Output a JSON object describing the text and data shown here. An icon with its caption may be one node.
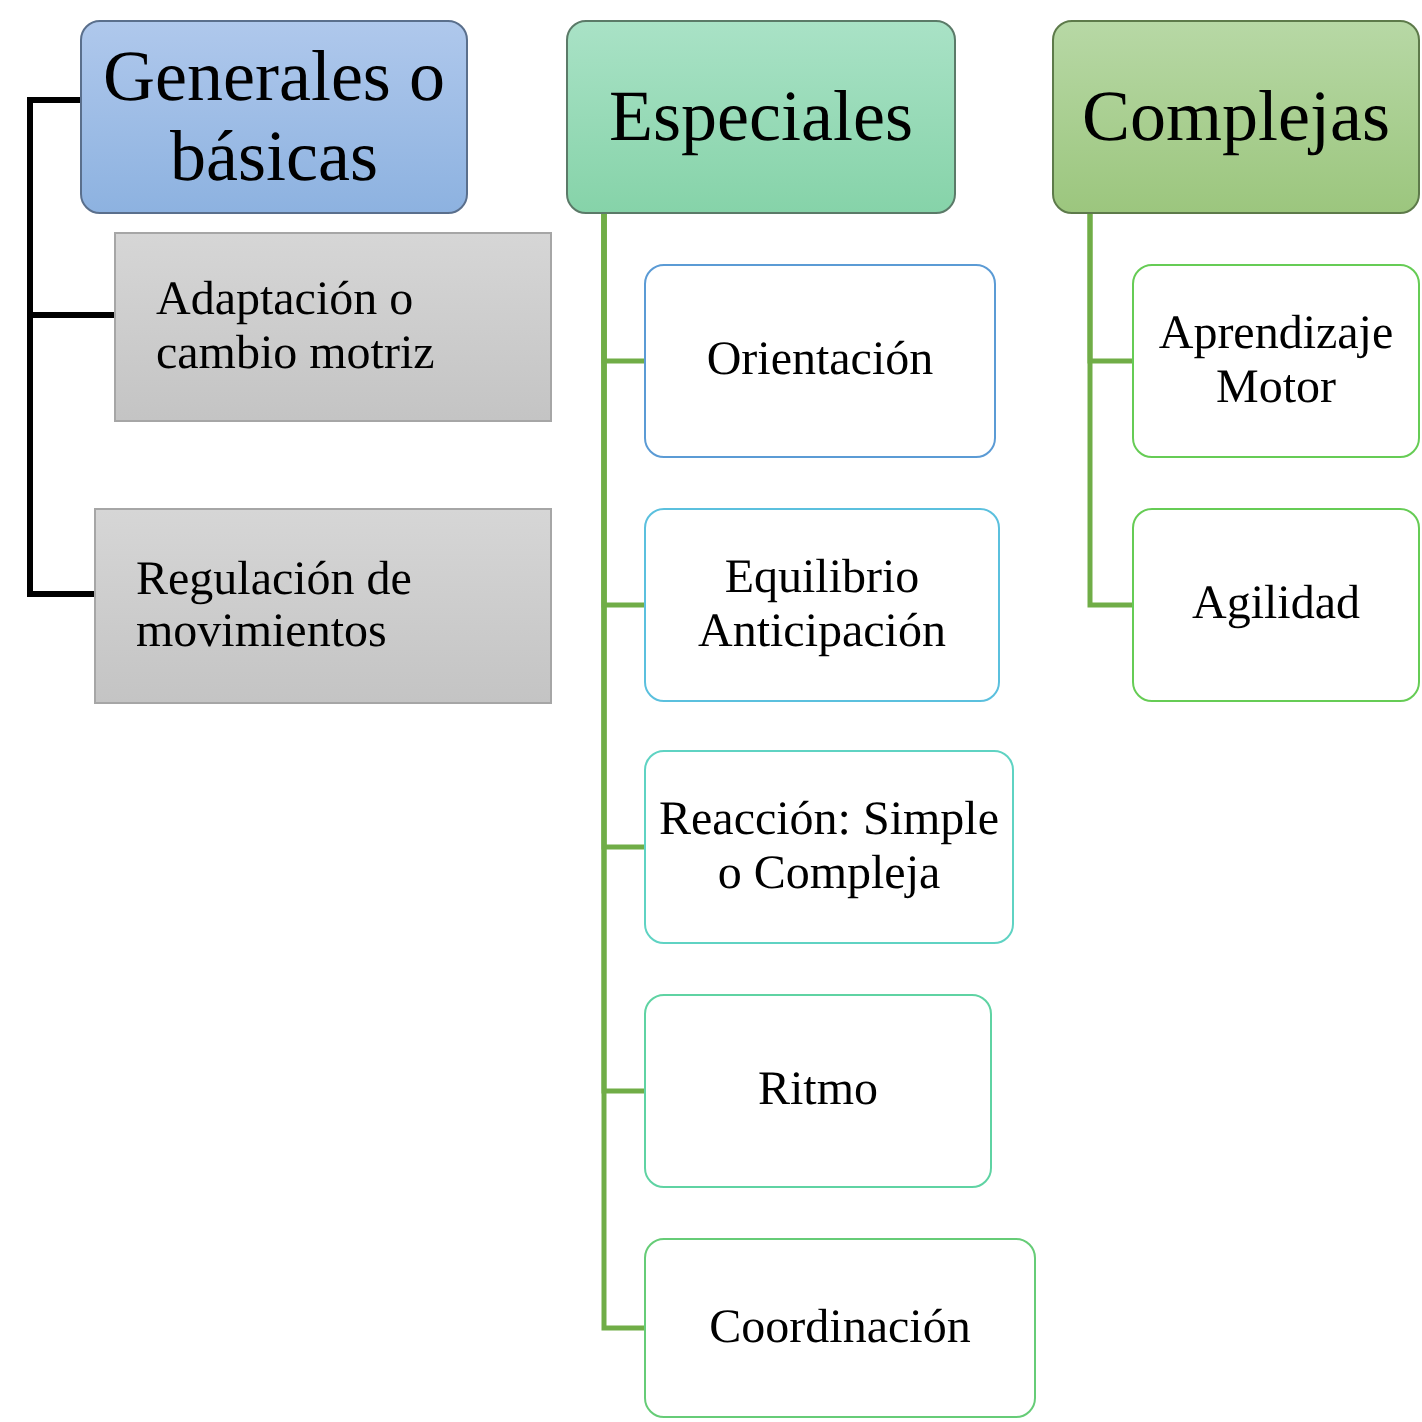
{
  "diagram": {
    "nodes": [
      {
        "text": [
          "Generales o básicas"
        ]
      },
      {
        "text": [
          "Adaptación o cambio motriz"
        ]
      },
      {
        "text": [
          "Regulación de movimientos"
        ]
      },
      {
        "text": [
          "Especiales"
        ]
      },
      {
        "text": [
          "Orientación"
        ]
      },
      {
        "text": [
          "Equilibrio Anticipación"
        ]
      },
      {
        "text": [
          "Reacción: Simple o Compleja"
        ]
      },
      {
        "text": [
          "Ritmo"
        ]
      },
      {
        "text": [
          "Coordinación"
        ]
      },
      {
        "text": [
          "Complejas"
        ]
      },
      {
        "text": [
          "Aprendizaje Motor"
        ]
      },
      {
        "text": [
          "Agilidad"
        ]
      }
    ],
    "edges": [
      {
        "from": 0,
        "to": 1,
        "arrow": "none",
        "color": "#000000"
      },
      {
        "from": 0,
        "to": 2,
        "arrow": "none",
        "color": "#000000"
      },
      {
        "from": 3,
        "to": 4,
        "arrow": "none"
      },
      {
        "from": 3,
        "to": 5,
        "arrow": "none"
      },
      {
        "from": 3,
        "to": 6,
        "arrow": "none"
      },
      {
        "from": 3,
        "to": 7,
        "arrow": "none"
      },
      {
        "from": 3,
        "to": 8,
        "arrow": "none"
      },
      {
        "from": 9,
        "to": 10,
        "arrow": "none"
      },
      {
        "from": 9,
        "to": 11,
        "arrow": "none"
      }
    ]
  }
}
